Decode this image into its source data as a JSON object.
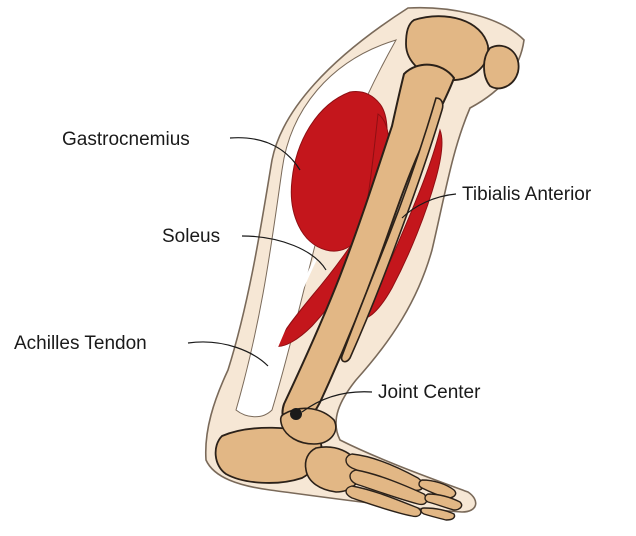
{
  "labels": {
    "gastrocnemius": "Gastrocnemius",
    "soleus": "Soleus",
    "achilles": "Achilles Tendon",
    "tibialis": "Tibialis Anterior",
    "joint": "Joint Center"
  },
  "colors": {
    "skin": "#f6e7d5",
    "skin_outline": "#7a6a5a",
    "bone": "#e2b785",
    "bone_outline": "#2b2119",
    "muscle": "#c4161c",
    "muscle_shadow": "#8f0f13",
    "tendon": "#ffffff",
    "text": "#1a1a1a"
  }
}
